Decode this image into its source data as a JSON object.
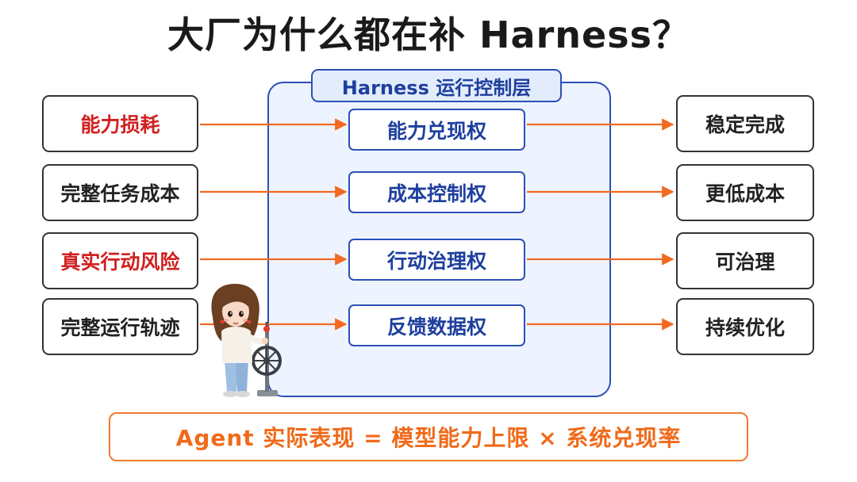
{
  "title": "大厂为什么都在补 Harness？",
  "panel": {
    "label": "Harness 运行控制层"
  },
  "left_items": [
    {
      "label": "能力损耗",
      "color": "#d11f1f"
    },
    {
      "label": "完整任务成本",
      "color": "#222222"
    },
    {
      "label": "真实行动风险",
      "color": "#d11f1f"
    },
    {
      "label": "完整运行轨迹",
      "color": "#222222"
    }
  ],
  "middle_items": [
    {
      "label": "能力兑现权"
    },
    {
      "label": "成本控制权"
    },
    {
      "label": "行动治理权"
    },
    {
      "label": "反馈数据权"
    }
  ],
  "right_items": [
    {
      "label": "稳定完成"
    },
    {
      "label": "更低成本"
    },
    {
      "label": "可治理"
    },
    {
      "label": "持续优化"
    }
  ],
  "formula": "Agent 实际表现 = 模型能力上限 × 系统兑现率",
  "colors": {
    "arrow": "#f26a21",
    "panel_border": "#2b4fb8",
    "formula": "#f06a1a"
  },
  "illustration": "girl-turning-control-wheel"
}
